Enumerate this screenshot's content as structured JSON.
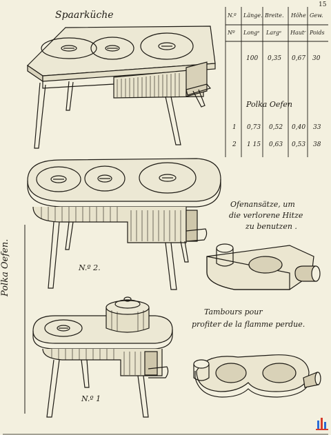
{
  "page_number": "15",
  "titles": {
    "spaarkueche": "Spaarküche",
    "polka_oefen": "Polka Oefen",
    "side_label": "Polka Oefen.",
    "no2": "N.º 2.",
    "no1": "N.º 1"
  },
  "table": {
    "headers_top": [
      "N.º",
      "Länge.",
      "Breite.",
      "Höhe",
      "Gew."
    ],
    "headers_bottom": [
      "Nº",
      "Longᵉ",
      "Largᵉ",
      "Hautʳ",
      "Poids"
    ],
    "spaar_row": [
      "100",
      "0,35",
      "0,67",
      "30"
    ],
    "polka_title": "Polka Oefen",
    "polka_rows": [
      [
        "1",
        "0,73",
        "0,52",
        "0,40",
        "33"
      ],
      [
        "2",
        "1 15",
        "0,63",
        "0,53",
        "38"
      ]
    ]
  },
  "captions": {
    "ofen_line1": "Ofenansätze, um",
    "ofen_line2": "die verlorene Hitze",
    "ofen_line3": "zu benutzen .",
    "tamb_line1": "Tambours pour",
    "tamb_line2": "profiter de la flamme perdue."
  }
}
